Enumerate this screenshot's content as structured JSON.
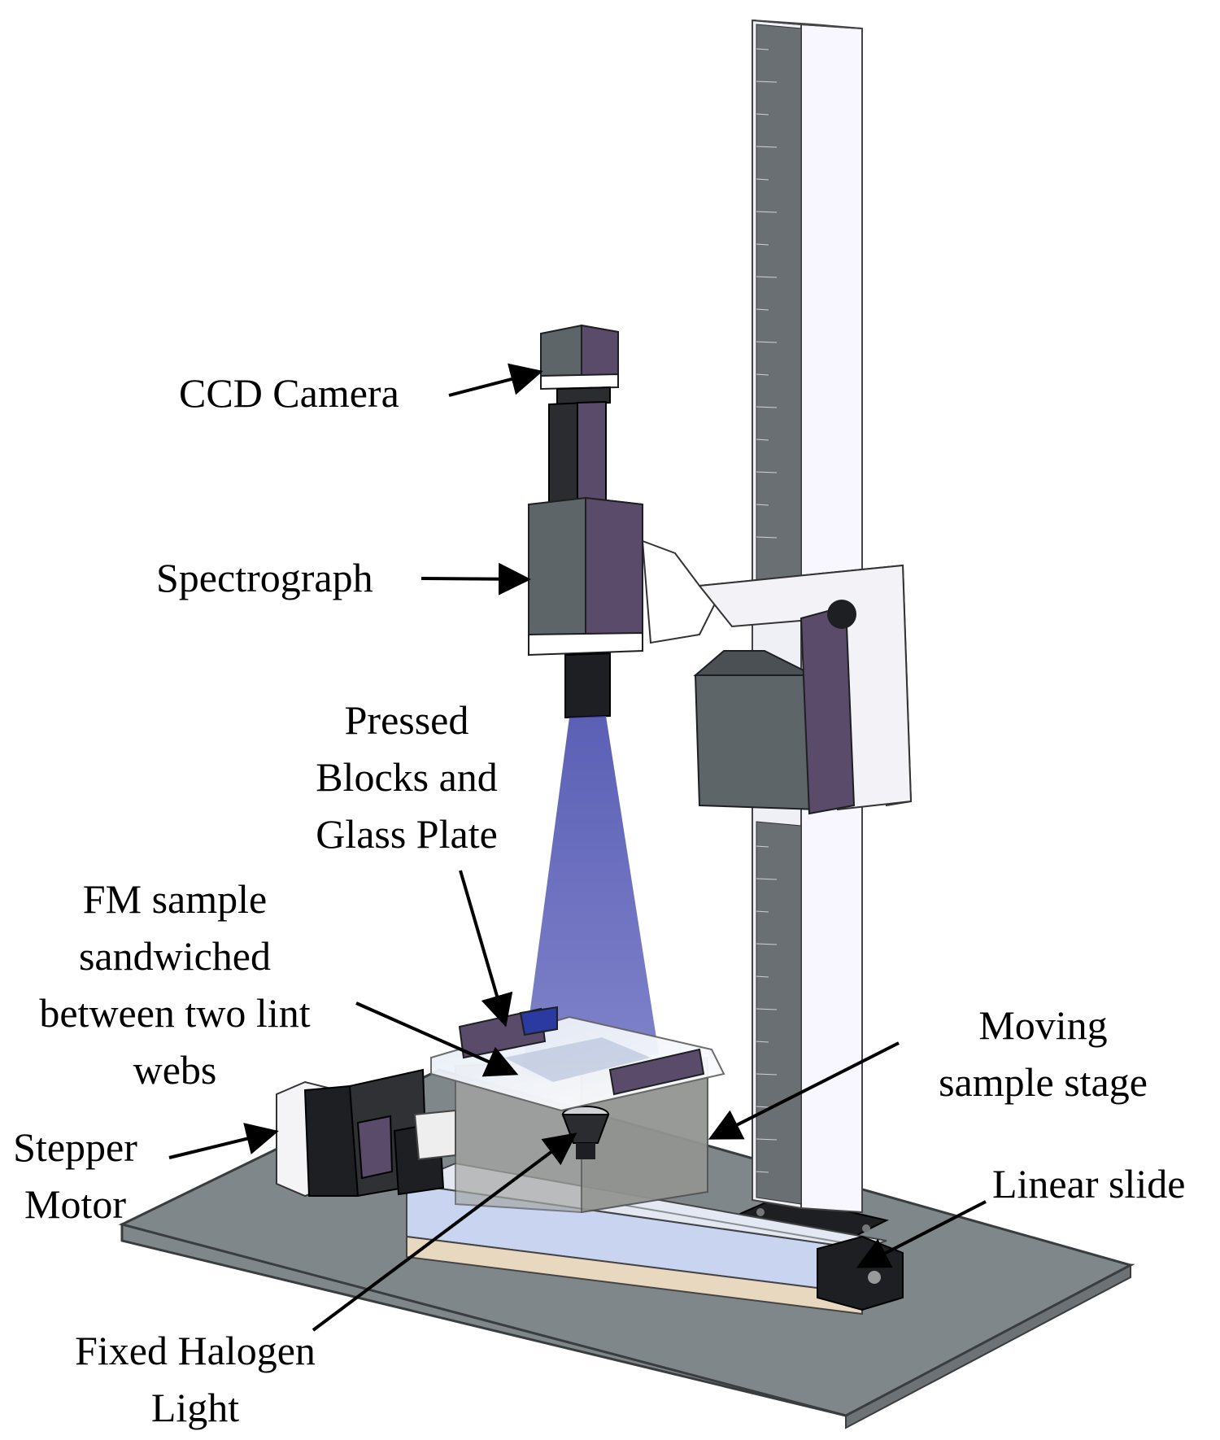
{
  "colors": {
    "base_plate": "#80878a",
    "base_edge": "#3a3d40",
    "column_face": "#eef0f6",
    "column_shade": "#f8f6ff",
    "scale_strip": "#6a6f73",
    "device_dark": "#5e6569",
    "device_purple": "#5a4b6b",
    "device_black": "#1d1f22",
    "light_cone": "#5a5fb0",
    "slide_blue": "#c8d4f0",
    "slide_wood": "#e8d8c0",
    "stage_glass": "#a7a9a6",
    "arrow": "#000000"
  },
  "labels": {
    "ccd_camera": "CCD Camera",
    "spectrograph": "Spectrograph",
    "pressed_blocks": [
      "Pressed",
      "Blocks and",
      "Glass Plate"
    ],
    "fm_sample": [
      "FM sample",
      "sandwiched",
      "between two lint",
      "webs"
    ],
    "moving_stage": [
      "Moving",
      "sample stage"
    ],
    "stepper_motor": [
      "Stepper",
      "Motor"
    ],
    "linear_slide": "Linear slide",
    "halogen_light": [
      "Fixed Halogen",
      "Light"
    ]
  }
}
